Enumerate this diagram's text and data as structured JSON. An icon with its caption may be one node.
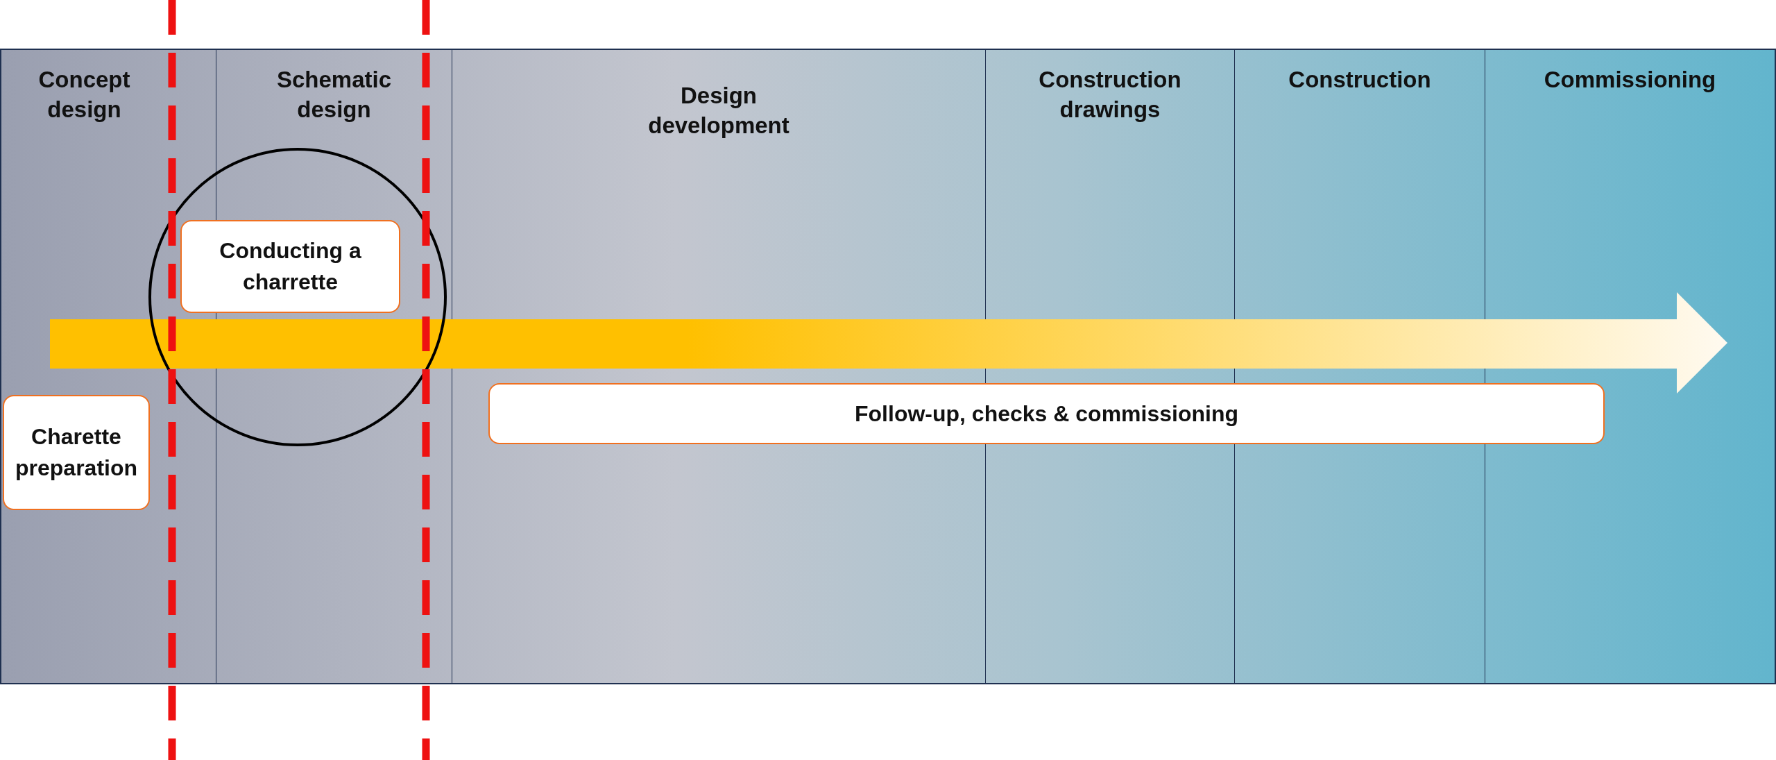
{
  "diagram": {
    "nodes": [
      {
        "text": [
          "Concept design"
        ]
      },
      {
        "text": [
          "Schematic design"
        ]
      },
      {
        "text": [
          "Design development"
        ]
      },
      {
        "text": [
          "Construction drawings"
        ]
      },
      {
        "text": [
          "Construction"
        ]
      },
      {
        "text": [
          "Commissioning"
        ]
      },
      {
        "text": [
          "Conducting a charrette"
        ]
      },
      {
        "text": [
          "Charette preparation"
        ],
        "in": 0
      },
      {
        "text": [
          "Follow-up, checks & commissioning"
        ]
      }
    ]
  }
}
